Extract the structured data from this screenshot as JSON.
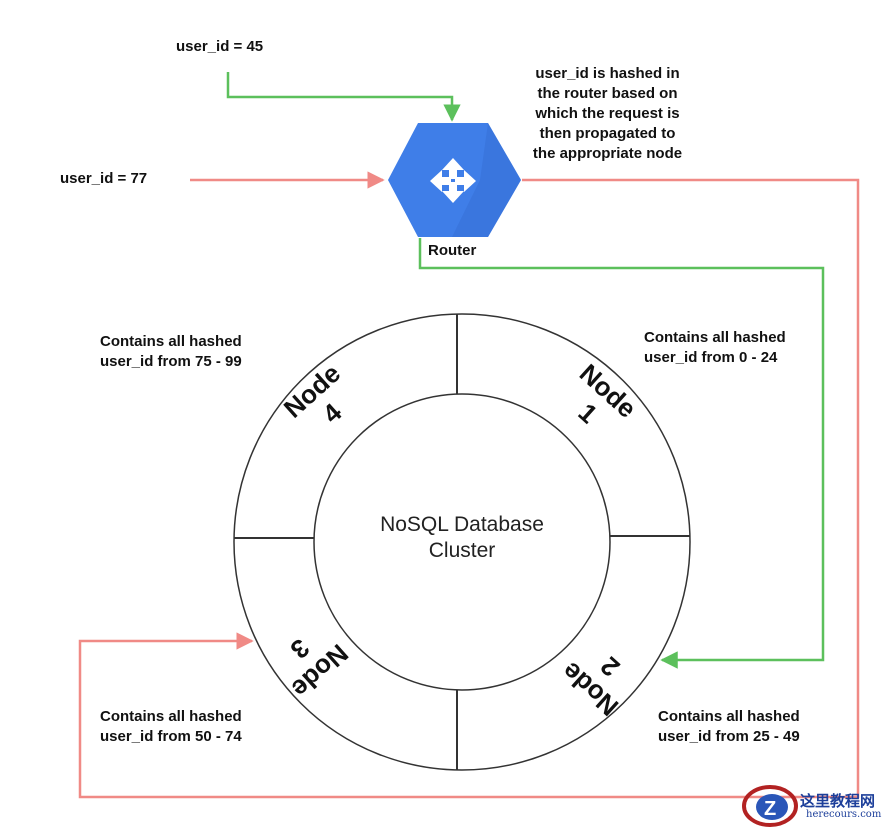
{
  "inputs": {
    "user_a": "user_id = 45",
    "user_b": "user_id = 77"
  },
  "router": {
    "label": "Router",
    "note": [
      "user_id is hashed in",
      "the router based on",
      "which the request is",
      "then propagated to",
      "the appropriate node"
    ]
  },
  "cluster": {
    "title": [
      "NoSQL Database",
      "Cluster"
    ]
  },
  "nodes": [
    {
      "name": "Node",
      "number": "1",
      "range_text": [
        "Contains all hashed",
        "user_id from 0 - 24"
      ]
    },
    {
      "name": "Node",
      "number": "2",
      "range_text": [
        "Contains all hashed",
        "user_id from 25 - 49"
      ]
    },
    {
      "name": "Node",
      "number": "3",
      "range_text": [
        "Contains all hashed",
        "user_id from 50 - 74"
      ]
    },
    {
      "name": "Node",
      "number": "4",
      "range_text": [
        "Contains all hashed",
        "user_id from 75 - 99"
      ]
    }
  ],
  "colors": {
    "green_path": "#5cc05c",
    "red_path": "#f08a86",
    "router_blue": "#3f7ee8",
    "ring_stroke": "#333333"
  },
  "watermark": {
    "text_cn": "这里教程网",
    "text_en": "herecours.com"
  }
}
